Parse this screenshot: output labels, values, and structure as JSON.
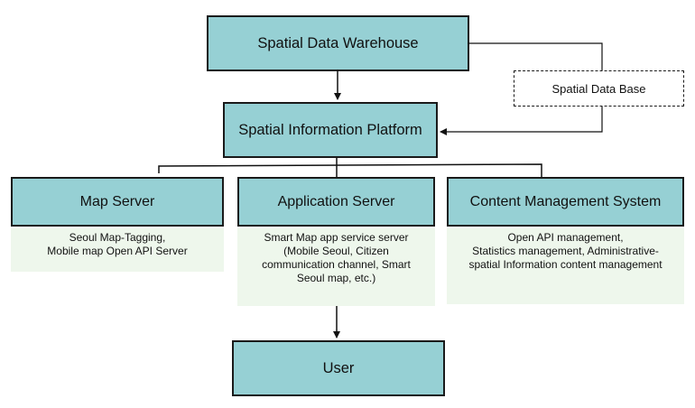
{
  "nodes": {
    "warehouse": "Spatial Data Warehouse",
    "database": "Spatial Data Base",
    "platform": "Spatial Information Platform",
    "map_server": "Map Server",
    "app_server": "Application Server",
    "cms": "Content Management System",
    "user": "User"
  },
  "descriptions": {
    "map_server": [
      "Seoul Map-Tagging,",
      "Mobile map Open API Server"
    ],
    "app_server": [
      "Smart Map app service server",
      "(Mobile Seoul, Citizen",
      "communication channel, Smart",
      "Seoul map, etc.)"
    ],
    "cms": [
      "Open API management,",
      "Statistics management, Administrative-",
      "spatial Information content management"
    ]
  }
}
